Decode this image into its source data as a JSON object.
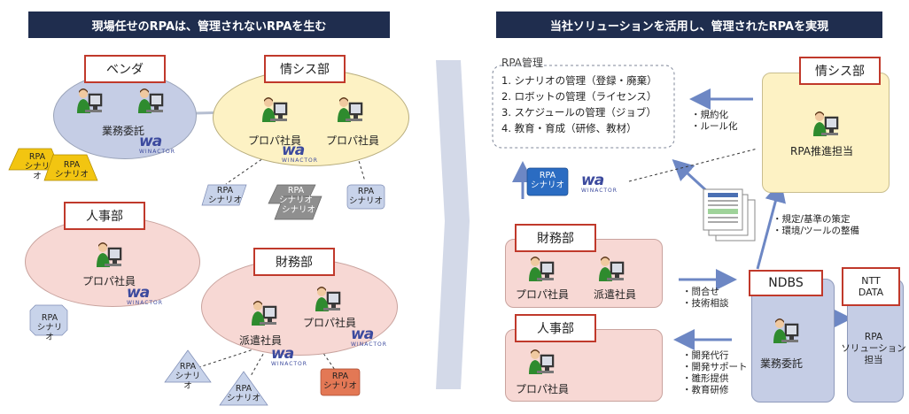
{
  "left": {
    "header": "現場任せのRPAは、管理されないRPAを生む",
    "vendor": {
      "label": "ベンダ",
      "caption": "業務委託",
      "scenario1": [
        "RPA",
        "シナリオ"
      ],
      "scenario2": [
        "RPA",
        "シナリオ"
      ]
    },
    "infosys": {
      "label": "情シス部",
      "person1": "プロパ社員",
      "person2": "プロパ社員",
      "scenario_a": [
        "RPA",
        "シナリオ"
      ],
      "scenario_b": [
        "RPA",
        "シナリオ",
        "シナリオ"
      ],
      "scenario_c": [
        "RPA",
        "シナリオ"
      ]
    },
    "hr": {
      "label": "人事部",
      "person": "プロパ社員",
      "scenario": [
        "RPA",
        "シナリオ"
      ]
    },
    "finance": {
      "label": "財務部",
      "person1": "派遣社員",
      "person2": "プロパ社員",
      "scenario_a": [
        "RPA",
        "シナリオ"
      ],
      "scenario_b": [
        "RPA",
        "シナリオ"
      ],
      "scenario_c": [
        "RPA",
        "シナリオ"
      ]
    }
  },
  "right": {
    "header": "当社ソリューションを活用し、管理されたRPAを実現",
    "rpa_mgmt": {
      "title": "RPA管理",
      "items": [
        "1.  シナリオの管理（登録・廃棄）",
        "2.  ロボットの管理（ライセンス）",
        "3.  スケジュールの管理（ジョブ）",
        "4.  教育・育成（研修、教材）"
      ]
    },
    "infosys": {
      "label": "情シス部",
      "role": "RPA推進担当"
    },
    "rules": [
      "・規約化",
      "・ルール化"
    ],
    "policy": [
      "・規定/基準の策定",
      "・環境/ツールの整備"
    ],
    "scenario": [
      "RPA",
      "シナリオ"
    ],
    "finance": {
      "label": "財務部",
      "person1": "プロパ社員",
      "person2": "派遣社員"
    },
    "hr": {
      "label": "人事部",
      "person": "プロパ社員"
    },
    "inquiry": [
      "・問合せ",
      "・技術相談"
    ],
    "services": [
      "・開発代行",
      "・開発サポート",
      "・雛形提供",
      "・教育研修"
    ],
    "ndbs": {
      "label": "NDBS",
      "role": "業務委託"
    },
    "ntt": {
      "label_line1": "NTT",
      "label_line2": "DATA",
      "role": [
        "RPA",
        "ソリューション",
        "担当"
      ]
    }
  },
  "brand": {
    "wa": "wa",
    "winactor": "WINACTOR"
  },
  "colors": {
    "header": "#1f2d4e",
    "accent_red": "#c0392b",
    "blue_ellipse": "#c5cde5",
    "yellow": "#fdf2c4",
    "pink": "#f7d8d4",
    "arrow": "#6d87c4"
  }
}
